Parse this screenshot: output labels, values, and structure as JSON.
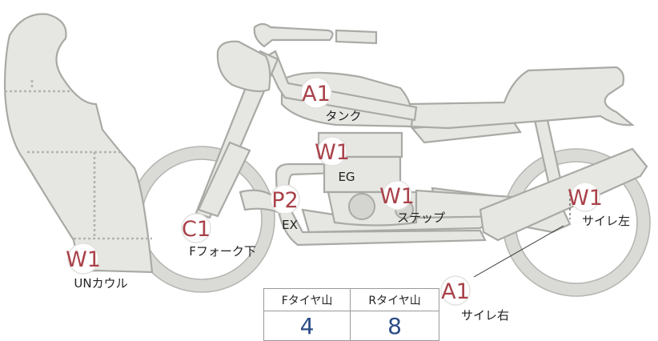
{
  "badges": [
    {
      "code": "A1",
      "label": "タンク"
    },
    {
      "code": "W1",
      "label": "EG"
    },
    {
      "code": "P2",
      "label": "EX"
    },
    {
      "code": "W1",
      "label": "ステップ"
    },
    {
      "code": "C1",
      "label": "Fフォーク下"
    },
    {
      "code": "W1",
      "label": "UNカウル"
    },
    {
      "code": "W1",
      "label": "サイレ左"
    },
    {
      "code": "A1",
      "label": "サイレ右"
    }
  ],
  "tread_table": {
    "headers": [
      "Fタイヤ山",
      "Rタイヤ山"
    ],
    "values": [
      "4",
      "8"
    ]
  },
  "colors": {
    "body_fill": "#e6e6e3",
    "outline": "#a9a9a5",
    "badge_code": "#a9424a",
    "table_value": "#2c4c86"
  }
}
